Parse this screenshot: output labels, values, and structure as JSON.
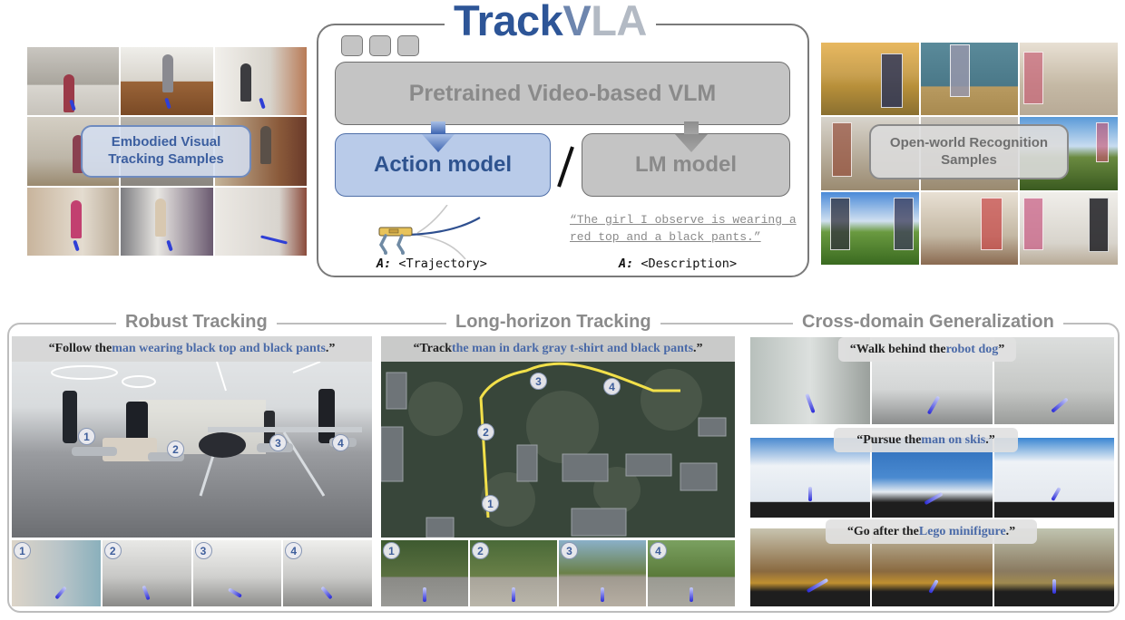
{
  "header": {
    "title_parts": [
      "Track",
      "V",
      "LA"
    ],
    "title_colors": [
      "#2d5597",
      "#6e86ae",
      "#b3bac4"
    ]
  },
  "architecture": {
    "backbone_label": "Pretrained Video-based VLM",
    "action_head_label": "Action model",
    "lm_head_label": "LM model",
    "separator": "/",
    "action_output_prefix": "A:",
    "action_output": "<Trajectory>",
    "lm_output_prefix": "A:",
    "lm_output": "<Description>",
    "lm_example_text": "“The girl I observe is wearing a red top and a black pants.”",
    "colors": {
      "action": "#b9cbe9",
      "action_text": "#2e538f",
      "gray_box": "#c4c4c4",
      "gray_text": "#8a8a8a"
    }
  },
  "samples": {
    "left_label": "Embodied Visual Tracking Samples",
    "right_label": "Open-world Recognition Samples"
  },
  "sections": [
    {
      "title": "Robust Tracking",
      "instruction": {
        "prefix": "“Follow the ",
        "highlight": "man wearing black top and black pants",
        "suffix": ".”"
      },
      "markers": [
        "1",
        "2",
        "3",
        "4"
      ],
      "frames": [
        "1",
        "2",
        "3",
        "4"
      ]
    },
    {
      "title": "Long-horizon Tracking",
      "instruction": {
        "prefix": "“Track ",
        "highlight": "the man in dark gray t-shirt and black pants",
        "suffix": ".”"
      },
      "markers": [
        "1",
        "2",
        "3",
        "4"
      ],
      "frames": [
        "1",
        "2",
        "3",
        "4"
      ]
    },
    {
      "title": "Cross-domain Generalization",
      "rows": [
        {
          "prefix": "“Walk behind the ",
          "highlight": "robot dog",
          "suffix": "”"
        },
        {
          "prefix": "“Pursue the ",
          "highlight": "man on skis",
          "suffix": ".”"
        },
        {
          "prefix": "“Go after the ",
          "highlight": "Lego minifigure",
          "suffix": ".”"
        }
      ]
    }
  ],
  "accent_colors": {
    "highlight_text": "#4a6aa8",
    "trajectory_path": "#f2e04a",
    "trace": "#2a2ad8"
  }
}
